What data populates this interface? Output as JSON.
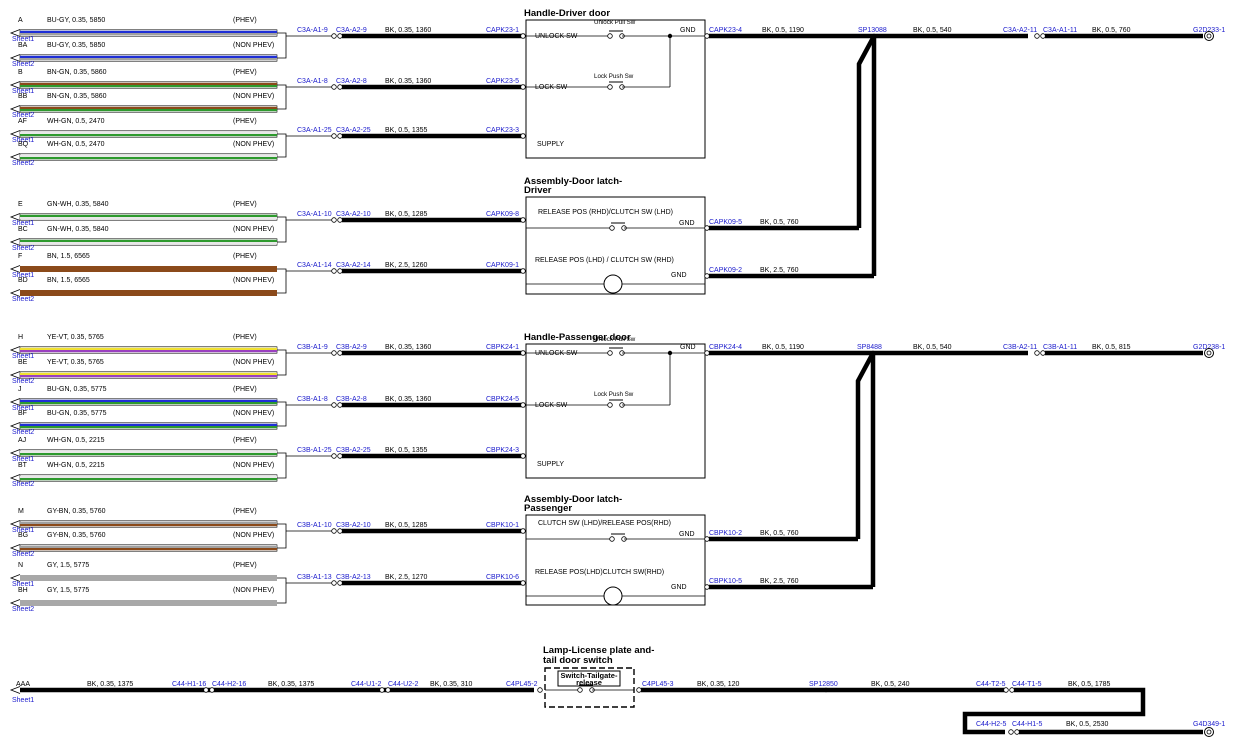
{
  "groups": [
    {
      "wires": [
        {
          "c1": "#1f2fd6",
          "c2": "#a0a0a0",
          "id": "A",
          "spec": "BU-GY, 0.35, 5850",
          "var": "(PHEV)",
          "sheet": "Sheet1"
        },
        {
          "c1": "#1f2fd6",
          "c2": "#a0a0a0",
          "id": "BA",
          "spec": "BU-GY, 0.35, 5850",
          "var": "(NON PHEV)",
          "sheet": "Sheet2"
        }
      ],
      "p1": "C3A-A1-9",
      "p2": "C3A-A2-9",
      "wire": "BK, 0.35, 1360",
      "pin": "CAPK23-1"
    },
    {
      "wires": [
        {
          "c1": "#8b4a1a",
          "c2": "#2e9a2e",
          "id": "B",
          "spec": "BN-GN, 0.35, 5860",
          "var": "(PHEV)",
          "sheet": "Sheet1"
        },
        {
          "c1": "#8b4a1a",
          "c2": "#2e9a2e",
          "id": "BB",
          "spec": "BN-GN, 0.35, 5860",
          "var": "(NON PHEV)",
          "sheet": "Sheet2"
        }
      ],
      "p1": "C3A-A1-8",
      "p2": "C3A-A2-8",
      "wire": "BK, 0.35, 1360",
      "pin": "CAPK23-5"
    },
    {
      "wires": [
        {
          "c1": "#e8e8e8",
          "c2": "#2e9a2e",
          "id": "AF",
          "spec": "WH-GN, 0.5, 2470",
          "var": "(PHEV)",
          "sheet": "Sheet1"
        },
        {
          "c1": "#e8e8e8",
          "c2": "#2e9a2e",
          "id": "BQ",
          "spec": "WH-GN, 0.5, 2470",
          "var": "(NON PHEV)",
          "sheet": "Sheet2"
        }
      ],
      "p1": "C3A-A1-25",
      "p2": "C3A-A2-25",
      "wire": "BK, 0.5, 1355",
      "pin": "CAPK23-3"
    },
    {
      "wires": [
        {
          "c1": "#2e9a2e",
          "c2": "#e8e8e8",
          "id": "E",
          "spec": "GN-WH, 0.35, 5840",
          "var": "(PHEV)",
          "sheet": "Sheet1"
        },
        {
          "c1": "#2e9a2e",
          "c2": "#e8e8e8",
          "id": "BC",
          "spec": "GN-WH, 0.35, 5840",
          "var": "(NON PHEV)",
          "sheet": "Sheet2"
        }
      ],
      "p1": "C3A-A1-10",
      "p2": "C3A-A2-10",
      "wire": "BK, 0.5, 1285",
      "pin": "CAPK09-8"
    },
    {
      "wires": [
        {
          "c1": "#8b4a1a",
          "c2": "#8b4a1a",
          "id": "F",
          "spec": "BN, 1.5, 6565",
          "var": "(PHEV)",
          "sheet": "Sheet1"
        },
        {
          "c1": "#8b4a1a",
          "c2": "#8b4a1a",
          "id": "BD",
          "spec": "BN, 1.5, 6565",
          "var": "(NON PHEV)",
          "sheet": "Sheet2"
        }
      ],
      "p1": "C3A-A1-14",
      "p2": "C3A-A2-14",
      "wire": "BK, 2.5, 1260",
      "pin": "CAPK09-1"
    },
    {
      "wires": [
        {
          "c1": "#f0e030",
          "c2": "#9a40c0",
          "id": "H",
          "spec": "YE-VT, 0.35, 5765",
          "var": "(PHEV)",
          "sheet": "Sheet1"
        },
        {
          "c1": "#f0e030",
          "c2": "#9a40c0",
          "id": "BE",
          "spec": "YE-VT, 0.35, 5765",
          "var": "(NON PHEV)",
          "sheet": "Sheet2"
        }
      ],
      "p1": "C3B-A1-9",
      "p2": "C3B-A2-9",
      "wire": "BK, 0.35, 1360",
      "pin": "CBPK24-1"
    },
    {
      "wires": [
        {
          "c1": "#1f2fd6",
          "c2": "#2e9a2e",
          "id": "J",
          "spec": "BU-GN, 0.35, 5775",
          "var": "(PHEV)",
          "sheet": "Sheet1"
        },
        {
          "c1": "#1f2fd6",
          "c2": "#2e9a2e",
          "id": "BF",
          "spec": "BU-GN, 0.35, 5775",
          "var": "(NON PHEV)",
          "sheet": "Sheet2"
        }
      ],
      "p1": "C3B-A1-8",
      "p2": "C3B-A2-8",
      "wire": "BK, 0.35, 1360",
      "pin": "CBPK24-5"
    },
    {
      "wires": [
        {
          "c1": "#e8e8e8",
          "c2": "#2e9a2e",
          "id": "AJ",
          "spec": "WH-GN, 0.5, 2215",
          "var": "(PHEV)",
          "sheet": "Sheet1"
        },
        {
          "c1": "#e8e8e8",
          "c2": "#2e9a2e",
          "id": "BT",
          "spec": "WH-GN, 0.5, 2215",
          "var": "(NON PHEV)",
          "sheet": "Sheet2"
        }
      ],
      "p1": "C3B-A1-25",
      "p2": "C3B-A2-25",
      "wire": "BK, 0.5, 1355",
      "pin": "CBPK24-3"
    },
    {
      "wires": [
        {
          "c1": "#a0a0a0",
          "c2": "#8b4a1a",
          "id": "M",
          "spec": "GY-BN, 0.35, 5760",
          "var": "(PHEV)",
          "sheet": "Sheet1"
        },
        {
          "c1": "#a0a0a0",
          "c2": "#8b4a1a",
          "id": "BG",
          "spec": "GY-BN, 0.35, 5760",
          "var": "(NON PHEV)",
          "sheet": "Sheet2"
        }
      ],
      "p1": "C3B-A1-10",
      "p2": "C3B-A2-10",
      "wire": "BK, 0.5, 1285",
      "pin": "CBPK10-1"
    },
    {
      "wires": [
        {
          "c1": "#a8a8a8",
          "c2": "#a8a8a8",
          "id": "N",
          "spec": "GY, 1.5, 5775",
          "var": "(PHEV)",
          "sheet": "Sheet1"
        },
        {
          "c1": "#a8a8a8",
          "c2": "#a8a8a8",
          "id": "BH",
          "spec": "GY, 1.5, 5775",
          "var": "(NON PHEV)",
          "sheet": "Sheet2"
        }
      ],
      "p1": "C3B-A1-13",
      "p2": "C3B-A2-13",
      "wire": "BK, 2.5, 1270",
      "pin": "CBPK10-6"
    }
  ],
  "components": [
    {
      "title": [
        "Handle-Driver door"
      ],
      "inner": [
        "UNLOCK SW",
        "LOCK SW",
        "SUPPLY"
      ],
      "sw": [
        "Unlock Pull Sw",
        "Lock Push Sw"
      ],
      "gnd": "GND"
    },
    {
      "title": [
        "Assembly-Door latch-",
        "Driver"
      ],
      "inner": [
        "RELEASE POS (RHD)/CLUTCH SW (LHD)",
        "RELEASE POS (LHD) / CLUTCH SW (RHD)"
      ],
      "gnd": "GND"
    },
    {
      "title": [
        "Handle-Passenger door"
      ],
      "inner": [
        "UNLOCK SW",
        "LOCK SW",
        "SUPPLY"
      ],
      "sw": [
        "Unlock Pull Sw",
        "Lock Push Sw"
      ],
      "gnd": "GND"
    },
    {
      "title": [
        "Assembly-Door latch-",
        "Passenger"
      ],
      "inner": [
        "CLUTCH SW (LHD)/RELEASE POS(RHD)",
        "RELEASE POS(LHD)CLUTCH SW(RHD)"
      ],
      "gnd": "GND"
    }
  ],
  "outputs": [
    {
      "pin": "CAPK23-4",
      "wire": "BK, 0.5, 1190",
      "splice": "SP13088",
      "w2": "BK, 0.5, 540",
      "c1": "C3A-A2-11",
      "c2": "C3A-A1-11",
      "w3": "BK, 0.5, 760",
      "g": "G2D233-1"
    },
    {
      "pin": "CAPK09-5",
      "wire": "BK, 0.5, 760"
    },
    {
      "pin": "CAPK09-2",
      "wire": "BK, 2.5, 760"
    },
    {
      "pin": "CBPK24-4",
      "wire": "BK, 0.5, 1190",
      "splice": "SP8488",
      "w2": "BK, 0.5, 540",
      "c1": "C3B-A2-11",
      "c2": "C3B-A1-11",
      "w3": "BK, 0.5, 815",
      "g": "G2D238-1"
    },
    {
      "pin": "CBPK10-2",
      "wire": "BK, 0.5, 760"
    },
    {
      "pin": "CBPK10-5",
      "wire": "BK, 2.5, 760"
    }
  ],
  "bottom": {
    "title": [
      "Lamp-License plate and-",
      "tail door switch"
    ],
    "switch": [
      "Switch-Tailgate-",
      "release"
    ],
    "id": "AAA",
    "sheet": "Sheet1",
    "w1": "BK, 0.35, 1375",
    "c1a": "C44-H1-16",
    "c1b": "C44-H2-16",
    "w2": "BK, 0.35, 1375",
    "c2a": "C44-U1-2",
    "c2b": "C44-U2-2",
    "w3": "BK, 0.35, 310",
    "p1": "C4PL45-2",
    "p2": "C4PL45-3",
    "w4": "BK, 0.35, 120",
    "splice": "SP12850",
    "w5": "BK, 0.5, 240",
    "c3a": "C44-T2-5",
    "c3b": "C44-T1-5",
    "w6": "BK, 0.5, 1785",
    "c4a": "C44-H2-5",
    "c4b": "C44-H1-5",
    "w7": "BK, 0.5, 2530",
    "g": "G4D349-1"
  }
}
